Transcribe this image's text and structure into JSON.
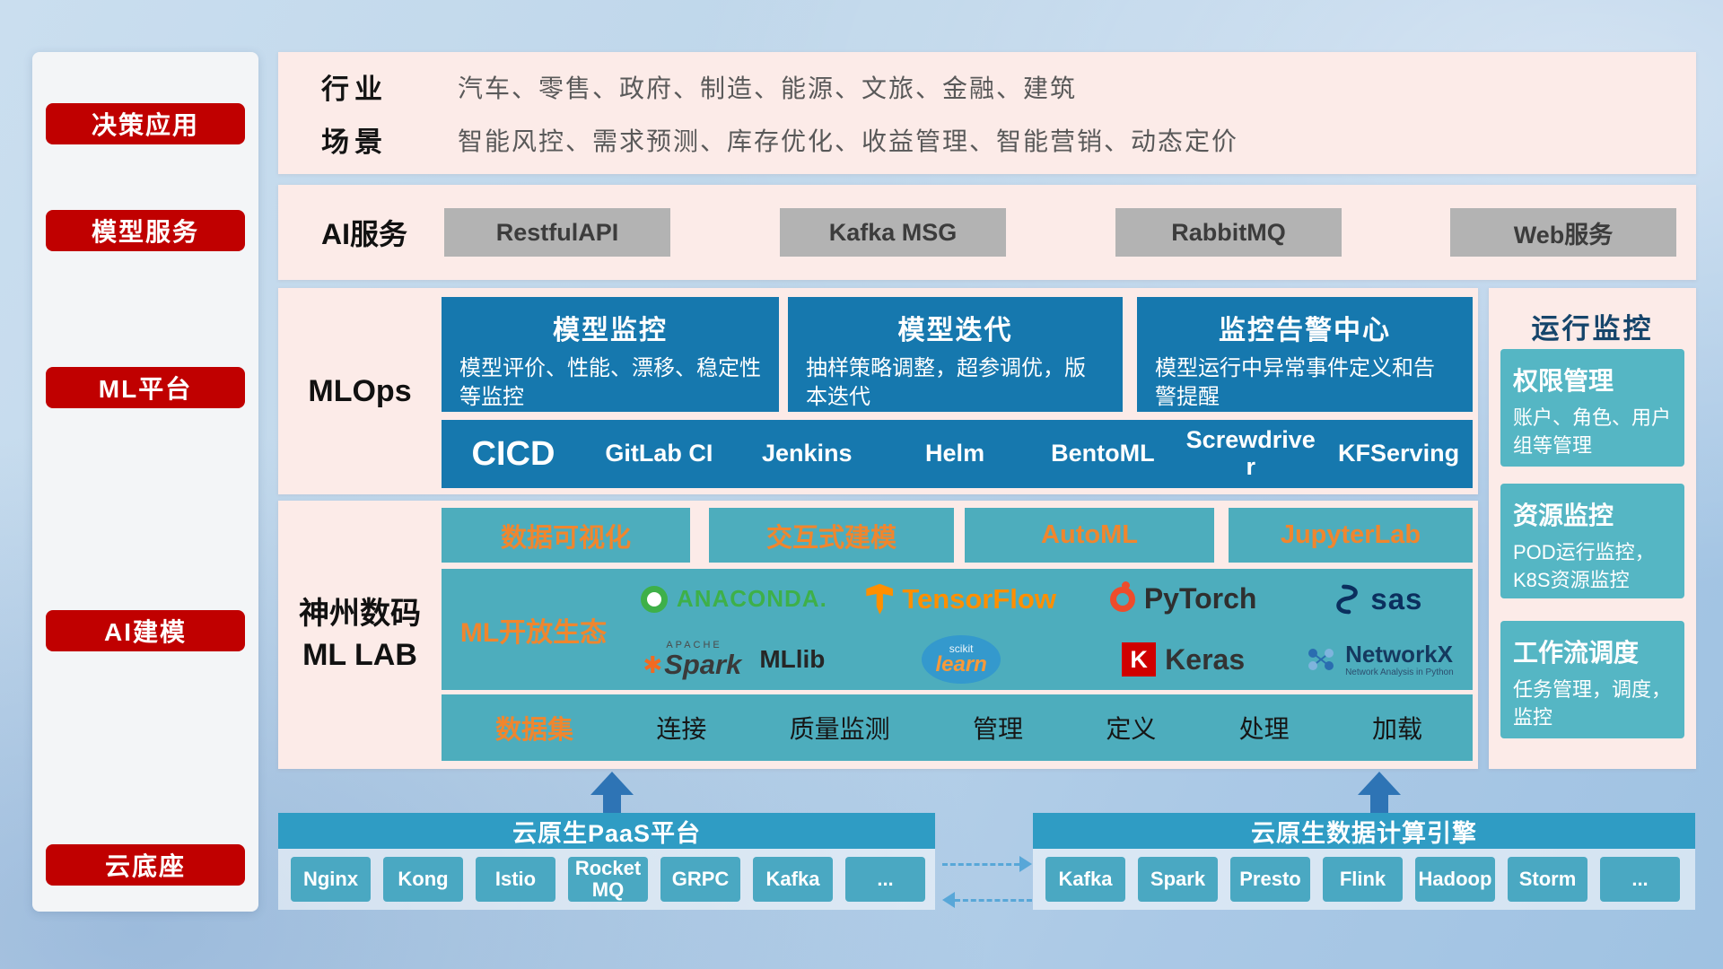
{
  "colors": {
    "accent_red": "#c00000",
    "panel_pink": "#fcebe8",
    "card_blue": "#1678ae",
    "teal": "#4dadbd",
    "teal_light": "#55b6c4",
    "orange": "#f0862e",
    "bar_blue": "#2f9cc4",
    "arrow_blue": "#2e74b5"
  },
  "sidebar": {
    "items": [
      {
        "label": "决策应用"
      },
      {
        "label": "模型服务"
      },
      {
        "label": "ML平台"
      },
      {
        "label": "AI建模"
      },
      {
        "label": "云底座"
      }
    ]
  },
  "industry": {
    "rows": [
      {
        "label": "行业",
        "value": "汽车、零售、政府、制造、能源、文旅、金融、建筑"
      },
      {
        "label": "场景",
        "value": "智能风控、需求预测、库存优化、收益管理、智能营销、动态定价"
      }
    ]
  },
  "ai_service": {
    "label": "AI服务",
    "items": [
      {
        "label": "RestfulAPI"
      },
      {
        "label": "Kafka MSG"
      },
      {
        "label": "RabbitMQ"
      },
      {
        "label": "Web服务"
      }
    ]
  },
  "mlops": {
    "label": "MLOps",
    "cards": [
      {
        "title": "模型监控",
        "desc": "模型评价、性能、漂移、稳定性等监控"
      },
      {
        "title": "模型迭代",
        "desc": "抽样策略调整，超参调优，版本迭代"
      },
      {
        "title": "监控告警中心",
        "desc": "模型运行中异常事件定义和告警提醒"
      }
    ],
    "cicd_label": "CICD",
    "cicd_items": [
      {
        "label": "GitLab CI"
      },
      {
        "label": "Jenkins"
      },
      {
        "label": "Helm"
      },
      {
        "label": "BentoML"
      },
      {
        "label": "Screwdriver"
      },
      {
        "label": "KFServing"
      }
    ]
  },
  "monitor": {
    "title": "运行监控",
    "cards": [
      {
        "title": "权限管理",
        "desc": "账户、角色、用户组等管理"
      },
      {
        "title": "资源监控",
        "desc": "POD运行监控，K8S资源监控"
      },
      {
        "title": "工作流调度",
        "desc": "任务管理，调度，监控"
      }
    ]
  },
  "mllab": {
    "label_line1": "神州数码",
    "label_line2": "ML LAB",
    "tools": [
      {
        "label": "数据可视化"
      },
      {
        "label": "交互式建模"
      },
      {
        "label": "AutoML"
      },
      {
        "label": "JupyterLab"
      }
    ],
    "ecosystem_label": "ML开放生态",
    "logos": {
      "anaconda": {
        "text": "ANACONDA."
      },
      "tensorflow": {
        "text": "TensorFlow"
      },
      "pytorch": {
        "text": "PyTorch"
      },
      "sas": {
        "text": "sas"
      },
      "spark": {
        "apache": "APACHE",
        "text": "Spark",
        "suffix": "MLlib"
      },
      "scikit": {
        "top": "scikit",
        "text": "learn"
      },
      "keras": {
        "letter": "K",
        "text": "Keras"
      },
      "networkx": {
        "text": "NetworkX",
        "subtitle": "Network Analysis in Python"
      }
    },
    "dataset_label": "数据集",
    "dataset_items": [
      {
        "label": "连接"
      },
      {
        "label": "质量监测"
      },
      {
        "label": "管理"
      },
      {
        "label": "定义"
      },
      {
        "label": "处理"
      },
      {
        "label": "加载"
      }
    ]
  },
  "cloud": {
    "paas": {
      "title": "云原生PaaS平台",
      "items": [
        {
          "label": "Nginx"
        },
        {
          "label": "Kong"
        },
        {
          "label": "Istio"
        },
        {
          "label": "RocketMQ"
        },
        {
          "label": "GRPC"
        },
        {
          "label": "Kafka"
        },
        {
          "label": "..."
        }
      ]
    },
    "engine": {
      "title": "云原生数据计算引擎",
      "items": [
        {
          "label": "Kafka"
        },
        {
          "label": "Spark"
        },
        {
          "label": "Presto"
        },
        {
          "label": "Flink"
        },
        {
          "label": "Hadoop"
        },
        {
          "label": "Storm"
        },
        {
          "label": "..."
        }
      ]
    }
  }
}
